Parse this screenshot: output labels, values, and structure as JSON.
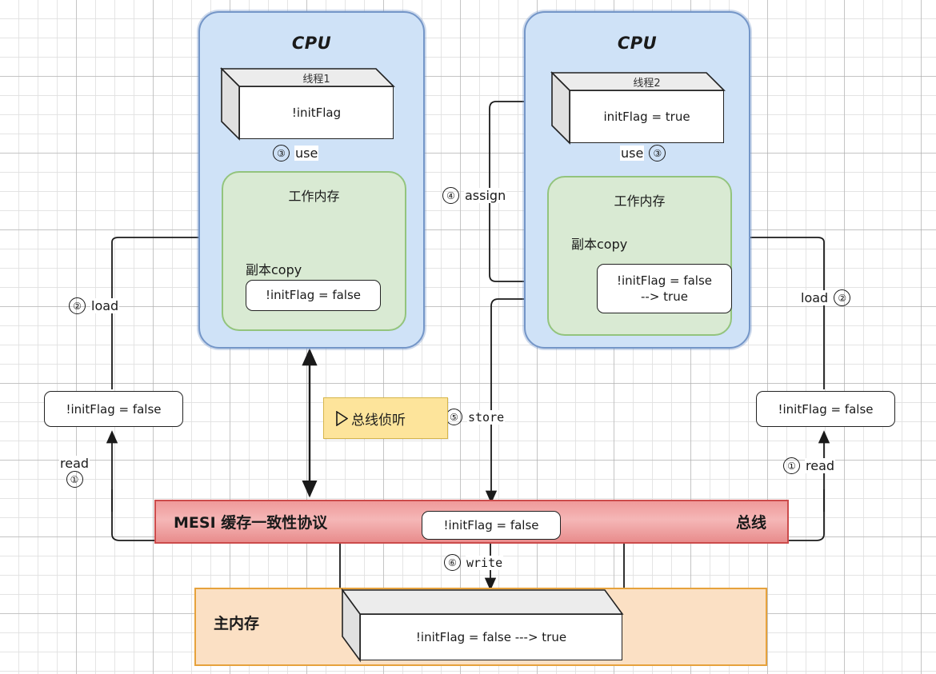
{
  "diagram": {
    "title": "JMM MESI cache coherence diagram",
    "colors": {
      "cpu_fill": "#cfe2f7",
      "cpu_border": "#7496c8",
      "working_memory_fill": "#d9ead3",
      "working_memory_border": "#93c47d",
      "bus_fill": "#ef9a9a",
      "bus_border": "#cc4b4b",
      "main_memory_fill": "#fbe0c4",
      "main_memory_border": "#e6a23c",
      "callout_fill": "#fde49b"
    }
  },
  "cpus": [
    {
      "title": "CPU",
      "thread": {
        "name": "线程1",
        "body": "!initFlag"
      },
      "working_memory": {
        "title": "工作内存",
        "copy_label": "副本copy",
        "copy_value_line1": "!initFlag = false",
        "copy_value_line2": ""
      },
      "use_step": {
        "number": "③",
        "label": "use"
      }
    },
    {
      "title": "CPU",
      "thread": {
        "name": "线程2",
        "body": "initFlag = true"
      },
      "working_memory": {
        "title": "工作内存",
        "copy_label": "副本copy",
        "copy_value_line1": "!initFlag = false",
        "copy_value_line2": "--> true"
      },
      "use_step": {
        "number": "③",
        "label": "use"
      }
    }
  ],
  "left_side": {
    "load_step": {
      "number": "②",
      "label": "load"
    },
    "read_step": {
      "number": "①",
      "label": "read"
    },
    "note_value": "!initFlag = false"
  },
  "right_side": {
    "load_step": {
      "number": "②",
      "label": "load"
    },
    "read_step": {
      "number": "①",
      "label": "read"
    },
    "note_value": "!initFlag = false"
  },
  "middle_steps": {
    "assign": {
      "number": "④",
      "label": "assign"
    },
    "store": {
      "number": "⑤",
      "label": "store"
    },
    "write": {
      "number": "⑥",
      "label": "write"
    }
  },
  "bus_sniffing": {
    "icon": "play-triangle-icon",
    "label": "总线侦听"
  },
  "bus": {
    "protocol_label": "MESI 缓存一致性协议",
    "right_label": "总线",
    "value_note": "!initFlag = false"
  },
  "main_memory": {
    "title": "主内存",
    "block_value": "!initFlag = false ---> true"
  }
}
